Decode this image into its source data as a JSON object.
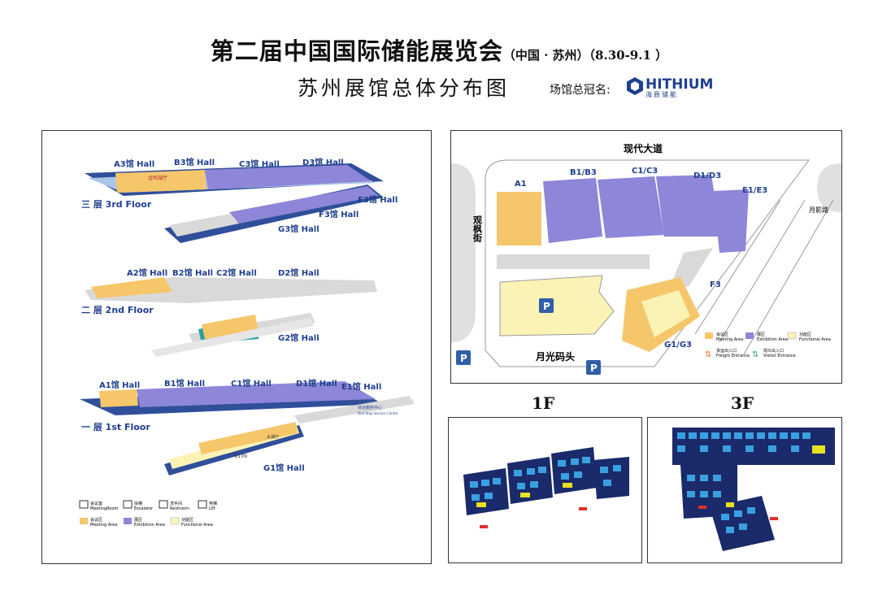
{
  "header": {
    "title_main": "第二届中国国际储能展览会",
    "title_location": "（中国 · 苏州）",
    "title_dates": "（8.30-9.1 ）",
    "subtitle": "苏州展馆总体分布图",
    "sponsor_label": "场馆总冠名:",
    "sponsor_logo_word": "HITHIUM",
    "sponsor_logo_sub": "海辰储能"
  },
  "left_map": {
    "floor3": {
      "label": "三 层  3rd Floor",
      "halls": [
        "A3馆 Hall",
        "B3馆 Hall",
        "C3馆 Hall",
        "D3馆 Hall",
        "E3馆 Hall",
        "F3馆 Hall",
        "G3馆 Hall"
      ],
      "note": "金鸡湖厅"
    },
    "floor2": {
      "label": "二 层  2nd Floor",
      "halls": [
        "A2馆 Hall",
        "B2馆 Hall",
        "C2馆 Hall",
        "D2馆 Hall",
        "G2馆 Hall"
      ]
    },
    "floor1": {
      "label": "一 层  1st Floor",
      "halls": [
        "A1馆 Hall",
        "B1馆 Hall",
        "C1馆 Hall",
        "D1馆 Hall",
        "E1馆 Hall",
        "G1馆 Hall"
      ],
      "service_center": "综合服务中心",
      "service_center_en": "One-Stop Service Center",
      "g109": "G109",
      "hall_block": "太湖厅"
    },
    "legend": {
      "icons": [
        {
          "icon": "meeting-room-icon",
          "cn": "会议室",
          "en": "MeetingRoom"
        },
        {
          "icon": "escalator-icon",
          "cn": "扶梯",
          "en": "Escalator"
        },
        {
          "icon": "restroom-icon",
          "cn": "洗手间",
          "en": "Restroom"
        },
        {
          "icon": "lift-icon",
          "cn": "电梯",
          "en": "Lift"
        }
      ],
      "areas": [
        {
          "cn": "会议区",
          "en": "Meeting Area",
          "color": "#f5c76a"
        },
        {
          "cn": "展区",
          "en": "Exhibition Area",
          "color": "#8e86d8"
        },
        {
          "cn": "功能区",
          "en": "Functional Area",
          "color": "#fbf3b6"
        }
      ]
    }
  },
  "site_map": {
    "road_top": "现代大道",
    "road_left": "观枫街",
    "road_right": "月影路",
    "road_bottom": "月光码头",
    "halls": [
      "A1",
      "B1/B3",
      "C1/C3",
      "D1/D3",
      "E1/E3",
      "F3",
      "G1/G3"
    ],
    "parking": "P",
    "legend": [
      {
        "cn": "会议区",
        "en": "Meeting Area",
        "color": "#f5c76a"
      },
      {
        "cn": "展区",
        "en": "Exhibition Area",
        "color": "#8e86d8"
      },
      {
        "cn": "功能区",
        "en": "Functional Area",
        "color": "#fbf3b6"
      },
      {
        "cn": "货运出入口",
        "en": "Freight Entrance",
        "color": "#f07a2a"
      },
      {
        "cn": "观众出入口",
        "en": "Visitor Entrance",
        "color": "#2ea88a"
      }
    ]
  },
  "floor_plans": {
    "left_label": "1F",
    "right_label": "3F"
  },
  "colors": {
    "exhibition": "#8e86d8",
    "meeting": "#f5c76a",
    "functional": "#fbf3b6",
    "wall": "#2f4f9a",
    "grey_floor": "#d9d9d9",
    "accent_blue": "#1f3f8f"
  }
}
